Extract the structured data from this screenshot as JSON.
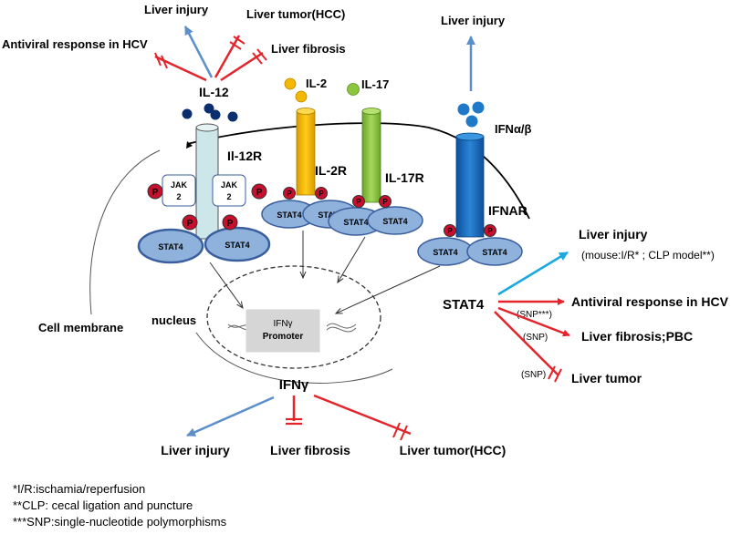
{
  "colors": {
    "red": "#e3242b",
    "blue_arrow": "#5b8fcb",
    "cyan_arrow": "#1aa8e0",
    "receptor_blue": "#1a6fc1",
    "il12r_body": "#cde6ea",
    "il2r_body": "#f5b800",
    "il17r_body": "#8cc63e",
    "stat4_fill": "#8fb2dd",
    "stat4_stroke": "#3b5f9e",
    "phospho_fill": "#c8102e",
    "dot_dark": "#0b2e6e",
    "dot_blue": "#1f78c8",
    "dot_yellow": "#f5b800",
    "dot_green": "#8cc63e",
    "promoter_fill": "#d6d6d6"
  },
  "top_left": {
    "liver_injury": "Liver injury",
    "liver_tumor": "Liver tumor(HCC)",
    "antiviral": "Antiviral response in HCV",
    "liver_fibrosis": "Liver fibrosis",
    "cytokine": "IL-12",
    "receptor": "Il-12R",
    "jak_label_top": "JAK",
    "jak_label_num": "2",
    "phospho": "P",
    "stat4": "STAT4"
  },
  "middle": {
    "il2": "IL-2",
    "il17": "IL-17",
    "il2r": "IL-2R",
    "il17r": "IL-17R"
  },
  "right_receptor": {
    "liver_injury": "Liver injury",
    "ifn": "IFNα/β",
    "ifnar": "IFNAR"
  },
  "cell": {
    "membrane": "Cell  membrane",
    "nucleus": "nucleus",
    "promoter_line1": "IFNγ",
    "promoter_line2": "Promoter"
  },
  "ifng": {
    "label": "IFNγ",
    "injury": "Liver injury",
    "fibrosis": "Liver fibrosis",
    "tumor": "Liver tumor(HCC)"
  },
  "stat4_effects": {
    "label": "STAT4",
    "injury": "Liver injury",
    "injury_note": "(mouse:I/R* ; CLP model**)",
    "antiviral": "Antiviral response in HCV",
    "snp_antiviral": "(SNP***)",
    "fibrosis": "Liver fibrosis;PBC",
    "snp_fibrosis": "(SNP)",
    "tumor": "Liver tumor",
    "snp_tumor": "(SNP)"
  },
  "footnotes": {
    "ir": "*I/R:ischamia/reperfusion",
    "clp": "**CLP: cecal ligation and puncture",
    "snp": "***SNP:single-nucleotide polymorphisms"
  }
}
